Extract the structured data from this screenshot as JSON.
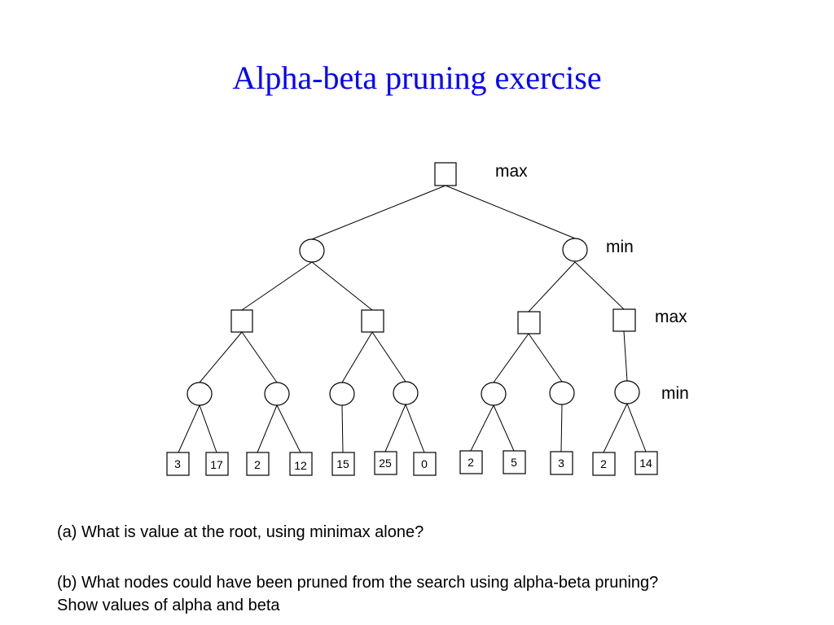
{
  "title": "Alpha-beta pruning exercise",
  "level_labels": [
    "max",
    "min",
    "max",
    "min"
  ],
  "leaf_values": [
    "3",
    "17",
    "2",
    "12",
    "15",
    "25",
    "0",
    "2",
    "5",
    "3",
    "2",
    "14"
  ],
  "questions": {
    "a": "(a) What is value at the root, using minimax alone?",
    "b_line1": "(b) What nodes could have been pruned from the search using alpha-beta pruning?",
    "b_line2": "Show values of alpha and beta"
  }
}
